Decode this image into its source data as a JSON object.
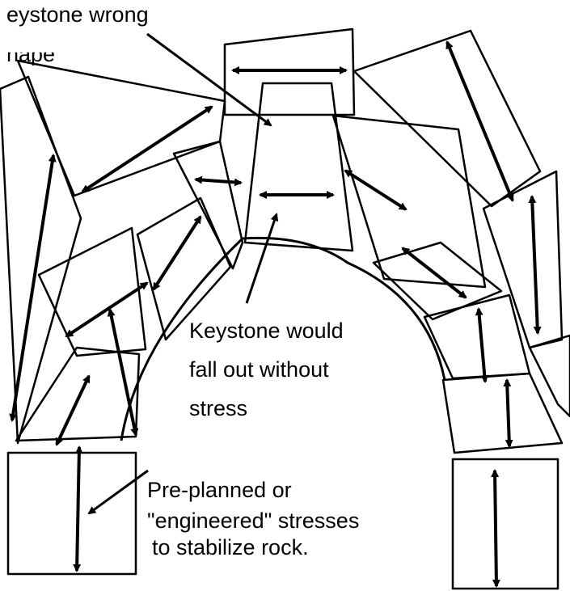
{
  "labels": {
    "keystone_wrong_1": "eystone wrong",
    "keystone_wrong_2": "hape",
    "keystone_fall_1": "Keystone would",
    "keystone_fall_2": "fall out without",
    "keystone_fall_3": "stress",
    "engineered_1": "Pre-planned or",
    "engineered_2": "\"engineered\" stresses",
    "engineered_3": "to  stabilize rock."
  },
  "colors": {
    "ink": "#000000",
    "paper": "#ffffff"
  }
}
